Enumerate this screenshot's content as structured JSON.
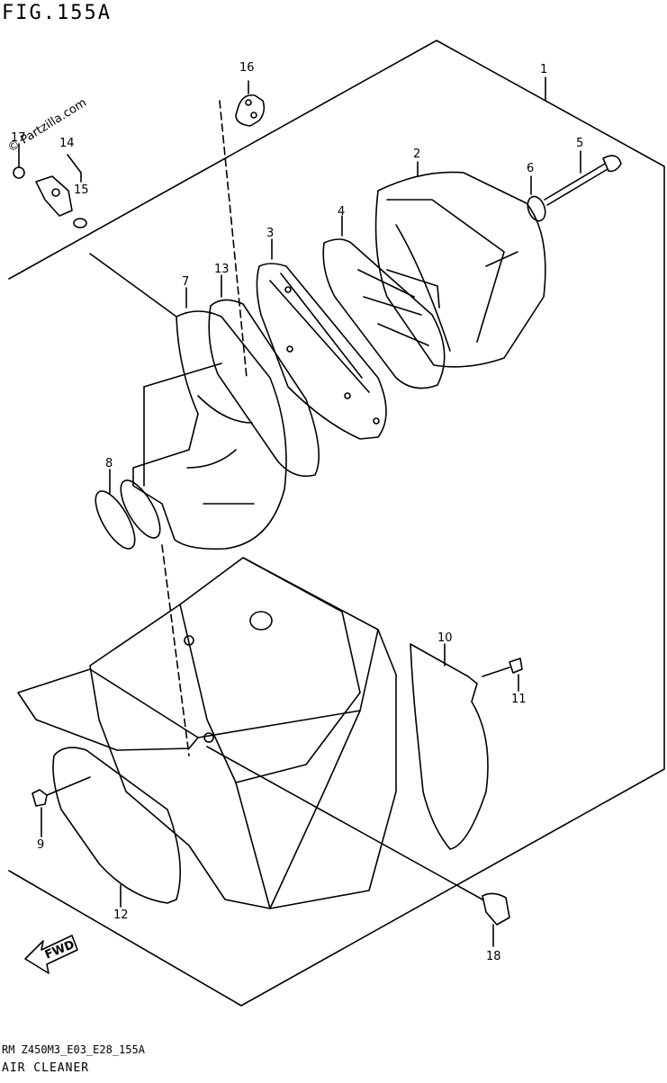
{
  "figure_title": "FIG.155A",
  "watermark": "© Partzilla.com",
  "footer": {
    "code": "RM Z450M3_E03_E28_155A",
    "name": "AIR CLEANER"
  },
  "fwd_label": "FWD",
  "callouts": [
    "1",
    "2",
    "3",
    "4",
    "5",
    "6",
    "7",
    "8",
    "9",
    "10",
    "11",
    "12",
    "13",
    "14",
    "15",
    "16",
    "17",
    "18"
  ],
  "colors": {
    "line": "#000000",
    "background": "#ffffff"
  }
}
